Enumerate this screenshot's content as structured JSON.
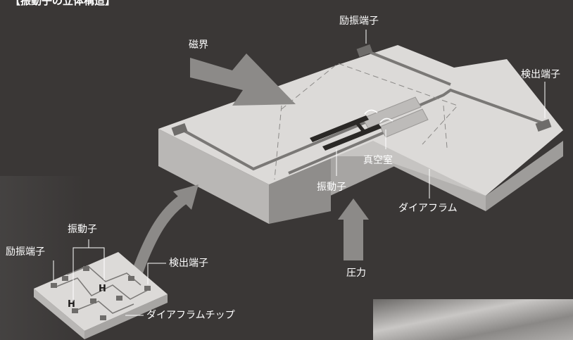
{
  "title": "【振動子の立体構造】",
  "labels": {
    "magnetic_field": "磁界",
    "excitation_terminal_top": "励振端子",
    "detection_terminal_right": "検出端子",
    "vacuum_chamber": "真空室",
    "resonator_main": "振動子",
    "diaphragm": "ダイアフラム",
    "pressure": "圧力",
    "resonator_chip": "振動子",
    "excitation_terminal_chip": "励振端子",
    "detection_terminal_chip": "検出端子",
    "diaphragm_chip": "ダイアフラムチップ"
  },
  "colors": {
    "background": "#3a3736",
    "block_top": "#dcdad8",
    "block_front": "#b9b7b5",
    "block_side": "#cfcdcb",
    "trace": "#7a7876",
    "pad": "#6e6c6a",
    "arrow": "#8c8a88",
    "resonator": "#2a2826"
  }
}
